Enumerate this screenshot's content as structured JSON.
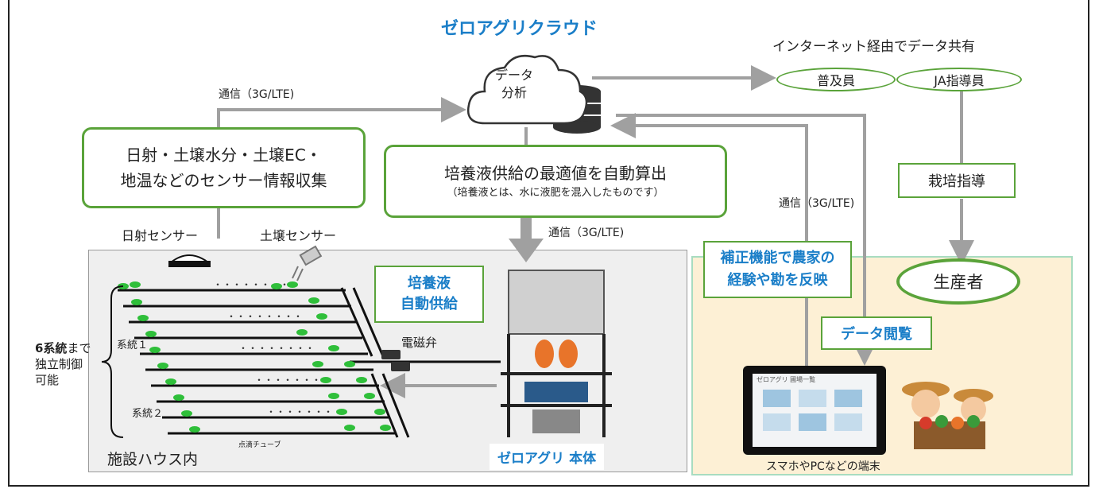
{
  "cloud": {
    "title": "ゼロアグリクラウド",
    "line1": "データ",
    "line2": "分析"
  },
  "share_title": "インターネット経由でデータ共有",
  "fukyu": "普及員",
  "ja": "JA指導員",
  "comm_left": "通信（3G/LTE)",
  "comm_mid": "通信（3G/LTE)",
  "comm_right": "通信（3G/LTE)",
  "sensor_box": {
    "line1": "日射・土壌水分・土壌EC・",
    "line2": "地温などのセンサー情報収集"
  },
  "calc_box": {
    "line1": "培養液供給の最適値を自動算出",
    "line2": "（培養液とは、水に液肥を混入したものです）"
  },
  "saibai": "栽培指導",
  "producer": "生産者",
  "sun_sensor": "日射センサー",
  "soil_sensor": "土壌センサー",
  "auto_supply": {
    "line1": "培養液",
    "line2": "自動供給"
  },
  "valve": "電磁弁",
  "system1": "系統１",
  "system2": "系統２",
  "drip": "点滴チューブ",
  "six_system": {
    "bold": "6系統",
    "rest": "まで",
    "line2": "独立制御",
    "line3": "可能"
  },
  "house": "施設ハウス内",
  "main_unit": "ゼロアグリ 本体",
  "hosei": {
    "line1": "補正機能で農家の",
    "line2": "経験や勘を反映"
  },
  "data_view": "データ閲覧",
  "device": "スマホやPCなどの端末",
  "tablet_title": "ゼロアグリ 圃場一覧",
  "colors": {
    "green": "#5aa33a",
    "blue": "#1a7ec8",
    "arrow": "#a0a0a0",
    "house_bg": "#efefef",
    "farmer_bg": "#fdf0d5"
  }
}
